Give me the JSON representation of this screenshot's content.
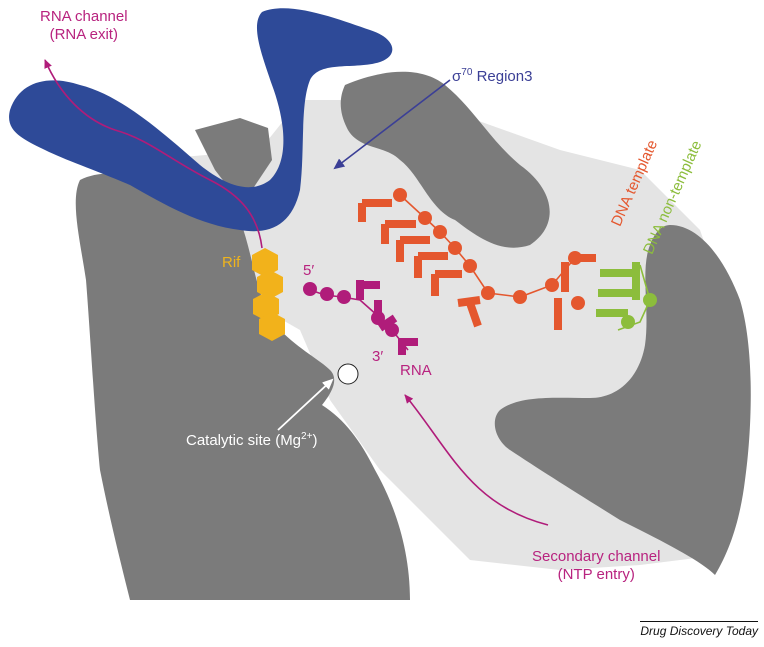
{
  "labels": {
    "rna_channel_line1": "RNA channel",
    "rna_channel_line2": "(RNA exit)",
    "sigma_symbol": "σ",
    "sigma_sup": "70",
    "sigma_region": "Region3",
    "dna_template": "DNA template",
    "dna_nontemplate": "DNA non-template",
    "rif": "Rif",
    "five_prime": "5′",
    "three_prime": "3′",
    "rna": "RNA",
    "catalytic_pre": "Catalytic site (Mg",
    "catalytic_sup": "2+",
    "catalytic_post": ")",
    "secondary_line1": "Secondary channel",
    "secondary_line2": "(NTP entry)",
    "credit": "Drug Discovery Today"
  },
  "colors": {
    "protein_gray": "#7b7b7b",
    "channel_light": "#e4e4e4",
    "sigma_blue": "#2e4a98",
    "rna_magenta": "#b01c7a",
    "dna_template_orange": "#e4572e",
    "dna_nontemplate_green": "#8cbd3c",
    "rif_gold": "#f2b21b",
    "mg_white": "#ffffff"
  },
  "icons": {
    "catalytic_site": "white-circle",
    "arrows": "pointer-arrow"
  }
}
